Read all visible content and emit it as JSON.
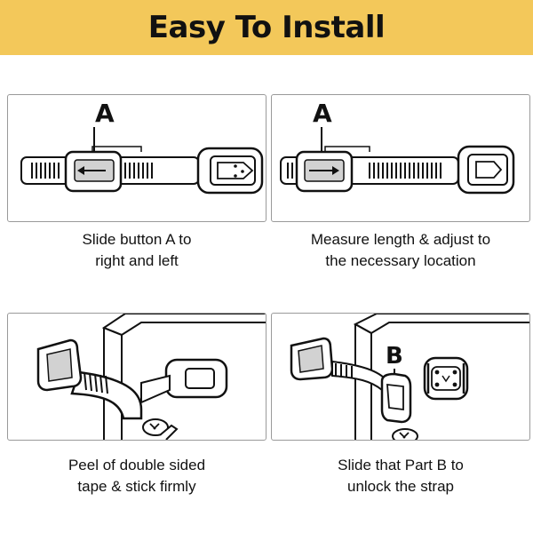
{
  "header": {
    "title": "Easy To Install"
  },
  "steps": [
    {
      "marker": "A",
      "caption": [
        "Slide button A to",
        "right and left"
      ]
    },
    {
      "marker": "A",
      "caption": [
        "Measure length & adjust to",
        "the necessary location"
      ]
    },
    {
      "marker": "",
      "caption": [
        "Peel of double sided",
        "tape & stick firmly"
      ]
    },
    {
      "marker": "B",
      "caption": [
        "Slide that Part B to",
        "unlock the strap"
      ]
    }
  ],
  "colors": {
    "banner": "#f3c85a",
    "panel_border": "#9a9a9a",
    "ink": "#111111"
  }
}
